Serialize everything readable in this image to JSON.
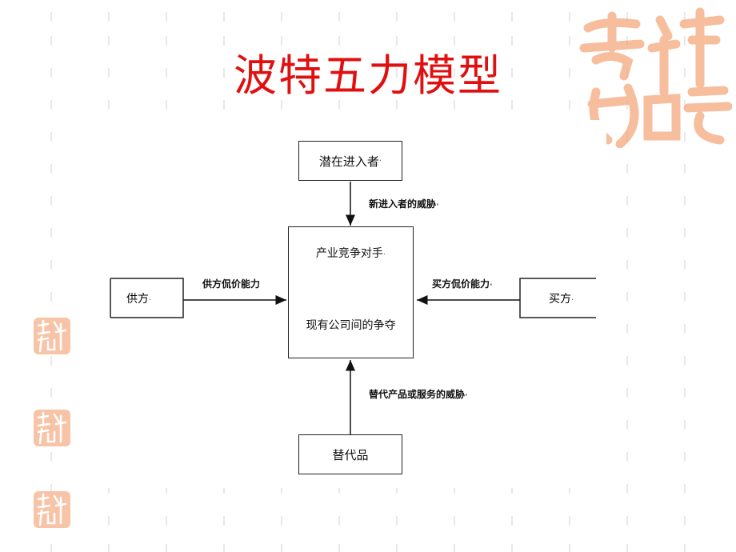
{
  "title": "波特五力模型",
  "diagram": {
    "top_box": "潜在进入者",
    "bottom_box": "替代品",
    "left_box": "供方",
    "right_box": "买方",
    "center_top": "产业竞争对手",
    "center_bottom": "现有公司间的争夺",
    "edge_top": "新进入者的威胁",
    "edge_bottom": "替代产品或服务的威胁",
    "edge_left": "供方侃价能力",
    "edge_right": "买方侃价能力"
  },
  "decoration": {
    "seal_text": "吉祥如意",
    "seal_color": "#f39a6a",
    "title_color": "#e01010"
  }
}
